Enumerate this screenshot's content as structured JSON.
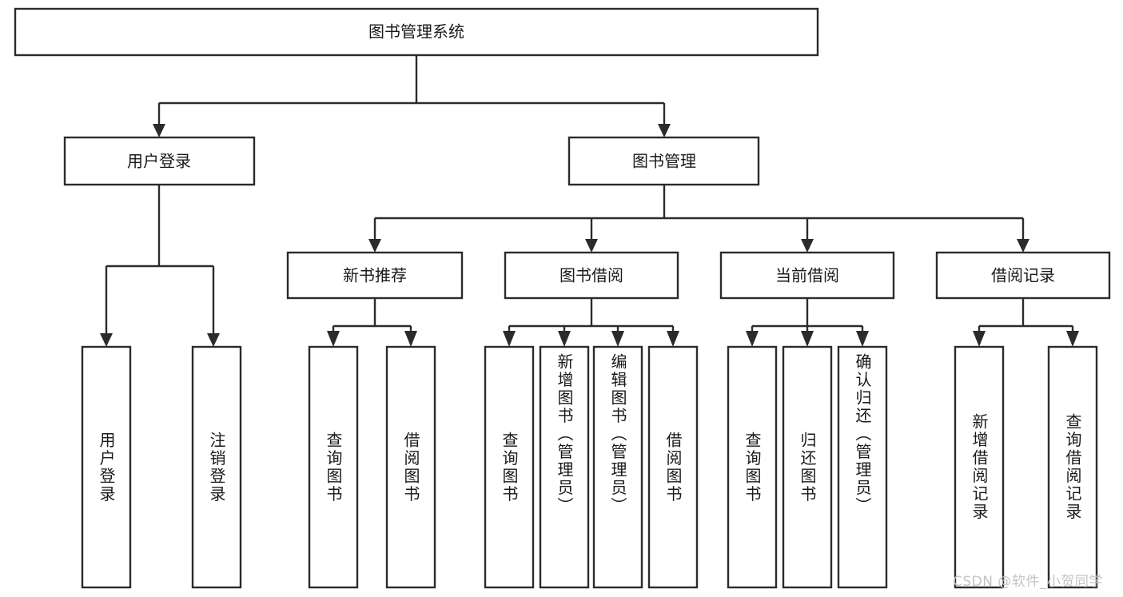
{
  "diagram": {
    "type": "tree",
    "title": "图书管理系统",
    "orientation": "top-down",
    "watermark": "CSDN @软件_小贺同学",
    "colors": {
      "stroke": "#2b2b2b",
      "box_fill": "#ffffff",
      "text": "#1a1a1a",
      "background": "#ffffff",
      "watermark": "#c4c4c4"
    },
    "root": {
      "label": "图书管理系统",
      "orientation": "horizontal"
    },
    "level2": [
      {
        "label": "用户登录",
        "orientation": "horizontal"
      },
      {
        "label": "图书管理",
        "orientation": "horizontal"
      }
    ],
    "level3": [
      {
        "label": "新书推荐",
        "orientation": "horizontal"
      },
      {
        "label": "图书借阅",
        "orientation": "horizontal"
      },
      {
        "label": "当前借阅",
        "orientation": "horizontal"
      },
      {
        "label": "借阅记录",
        "orientation": "horizontal"
      }
    ],
    "leaves": {
      "user_login": [
        {
          "label": "用户登录",
          "orientation": "vertical"
        },
        {
          "label": "注销登录",
          "orientation": "vertical"
        }
      ],
      "new_book_recommend": [
        {
          "label": "查询图书",
          "orientation": "vertical"
        },
        {
          "label": "借阅图书",
          "orientation": "vertical"
        }
      ],
      "book_borrow": [
        {
          "label": "查询图书",
          "orientation": "vertical"
        },
        {
          "label": "新增图书（管理员）",
          "orientation": "vertical"
        },
        {
          "label": "编辑图书（管理员）",
          "orientation": "vertical"
        },
        {
          "label": "借阅图书",
          "orientation": "vertical"
        }
      ],
      "current_borrow": [
        {
          "label": "查询图书",
          "orientation": "vertical"
        },
        {
          "label": "归还图书",
          "orientation": "vertical"
        },
        {
          "label": "确认归还（管理员）",
          "orientation": "vertical"
        }
      ],
      "borrow_record": [
        {
          "label": "新增借阅记录",
          "orientation": "vertical"
        },
        {
          "label": "查询借阅记录",
          "orientation": "vertical"
        }
      ]
    }
  }
}
